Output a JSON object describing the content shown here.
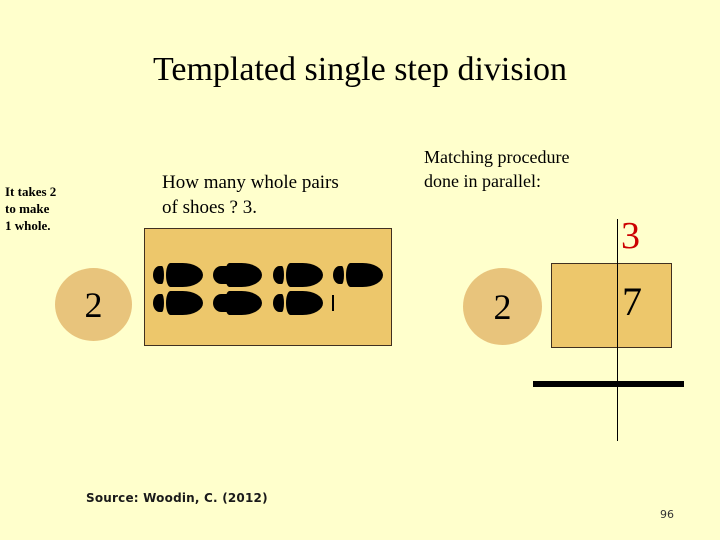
{
  "slide": {
    "title": "Templated single step division",
    "background_color": "#FFFFCC",
    "accent_fill_color": "#EDC76B",
    "ellipse_fill_color": "#E8C47C",
    "quotient_color": "#CC0000"
  },
  "left_caption": {
    "line1": "It takes 2",
    "line2": "to make",
    "line3": "1 whole."
  },
  "question": {
    "line1": "How many whole pairs",
    "line2": "of shoes ? 3."
  },
  "right_caption": {
    "line1": "Matching procedure",
    "line2": "done in parallel:"
  },
  "shoe_diagram": {
    "row1_count": 4,
    "row2_count": 3,
    "total_shoes": 7,
    "icon": "shoe-icon",
    "has_partial_marker": true
  },
  "divisor_left": "2",
  "divisor_right": "2",
  "division": {
    "quotient": "3",
    "dividend": "7"
  },
  "footer": {
    "source": "Source: Woodin, C. (2012)",
    "page_number": "96"
  }
}
